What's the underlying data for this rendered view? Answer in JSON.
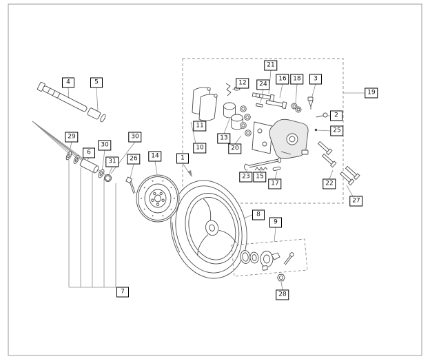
{
  "diagram": {
    "kind": "exploded parts diagram",
    "subject": "front wheel, brake disc and front brake caliper assembly",
    "palette": {
      "background": "#ffffff",
      "line_art": "#4a4a4a",
      "leader_lines": "#8a8a8a",
      "callout_border": "#000000",
      "callout_text": "#111111"
    },
    "callouts": {
      "c1": {
        "label": "1"
      },
      "c2": {
        "label": "2"
      },
      "c3": {
        "label": "3"
      },
      "c4": {
        "label": "4"
      },
      "c5": {
        "label": "5"
      },
      "c6": {
        "label": "6"
      },
      "c7": {
        "label": "7"
      },
      "c8": {
        "label": "8"
      },
      "c9": {
        "label": "9"
      },
      "c10": {
        "label": "10"
      },
      "c11": {
        "label": "11"
      },
      "c12": {
        "label": "12"
      },
      "c13": {
        "label": "13"
      },
      "c14": {
        "label": "14"
      },
      "c15": {
        "label": "15"
      },
      "c16": {
        "label": "16"
      },
      "c17": {
        "label": "17"
      },
      "c18": {
        "label": "18"
      },
      "c19": {
        "label": "19"
      },
      "c20": {
        "label": "20"
      },
      "c21": {
        "label": "21"
      },
      "c22": {
        "label": "22"
      },
      "c23": {
        "label": "23"
      },
      "c24": {
        "label": "24"
      },
      "c25": {
        "label": "25"
      },
      "c26": {
        "label": "26"
      },
      "c27": {
        "label": "27"
      },
      "c28": {
        "label": "28"
      },
      "c29": {
        "label": "29"
      },
      "c30a": {
        "label": "30"
      },
      "c30b": {
        "label": "30"
      },
      "c31": {
        "label": "31"
      }
    }
  }
}
